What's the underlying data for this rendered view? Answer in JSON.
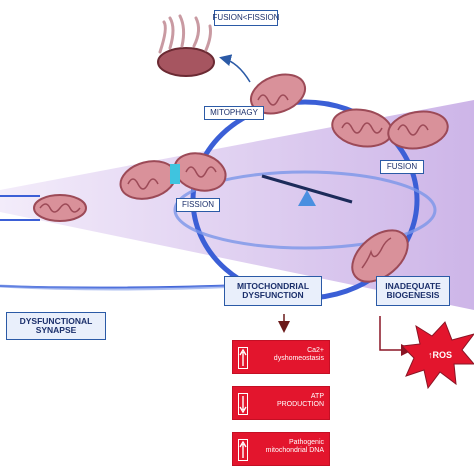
{
  "labels": {
    "fusion_fission": "FUSION<FISSION",
    "mitophagy": "MITOPHAGY",
    "fusion": "FUSION",
    "fission": "FISSION",
    "mito_dysfunction_line1": "MITOCHONDRIAL",
    "mito_dysfunction_line2": "DYSFUNCTION",
    "inadequate_line1": "INADEQUATE",
    "inadequate_line2": "BIOGENESIS",
    "synapse_line1": "DYSFUNCTIONAL",
    "synapse_line2": "SYNAPSE",
    "ros": "ROS"
  },
  "effects": [
    {
      "direction": "up",
      "line1": "Ca2+",
      "line2": "dyshomeostasis"
    },
    {
      "direction": "down",
      "line1": "ATP",
      "line2": "PRODUCTION"
    },
    {
      "direction": "up",
      "line1": "Pathogenic",
      "line2": "mitochondrial DNA"
    }
  ],
  "colors": {
    "cycle": "#3b5fd6",
    "box_border": "#2b5aa6",
    "box_text": "#1b2f6b",
    "mito_fill": "#d9919a",
    "mito_dark": "#9c4a57",
    "red": "#e3152d",
    "cone": "#d9c6ee",
    "fission_spot": "#3fc4df"
  }
}
